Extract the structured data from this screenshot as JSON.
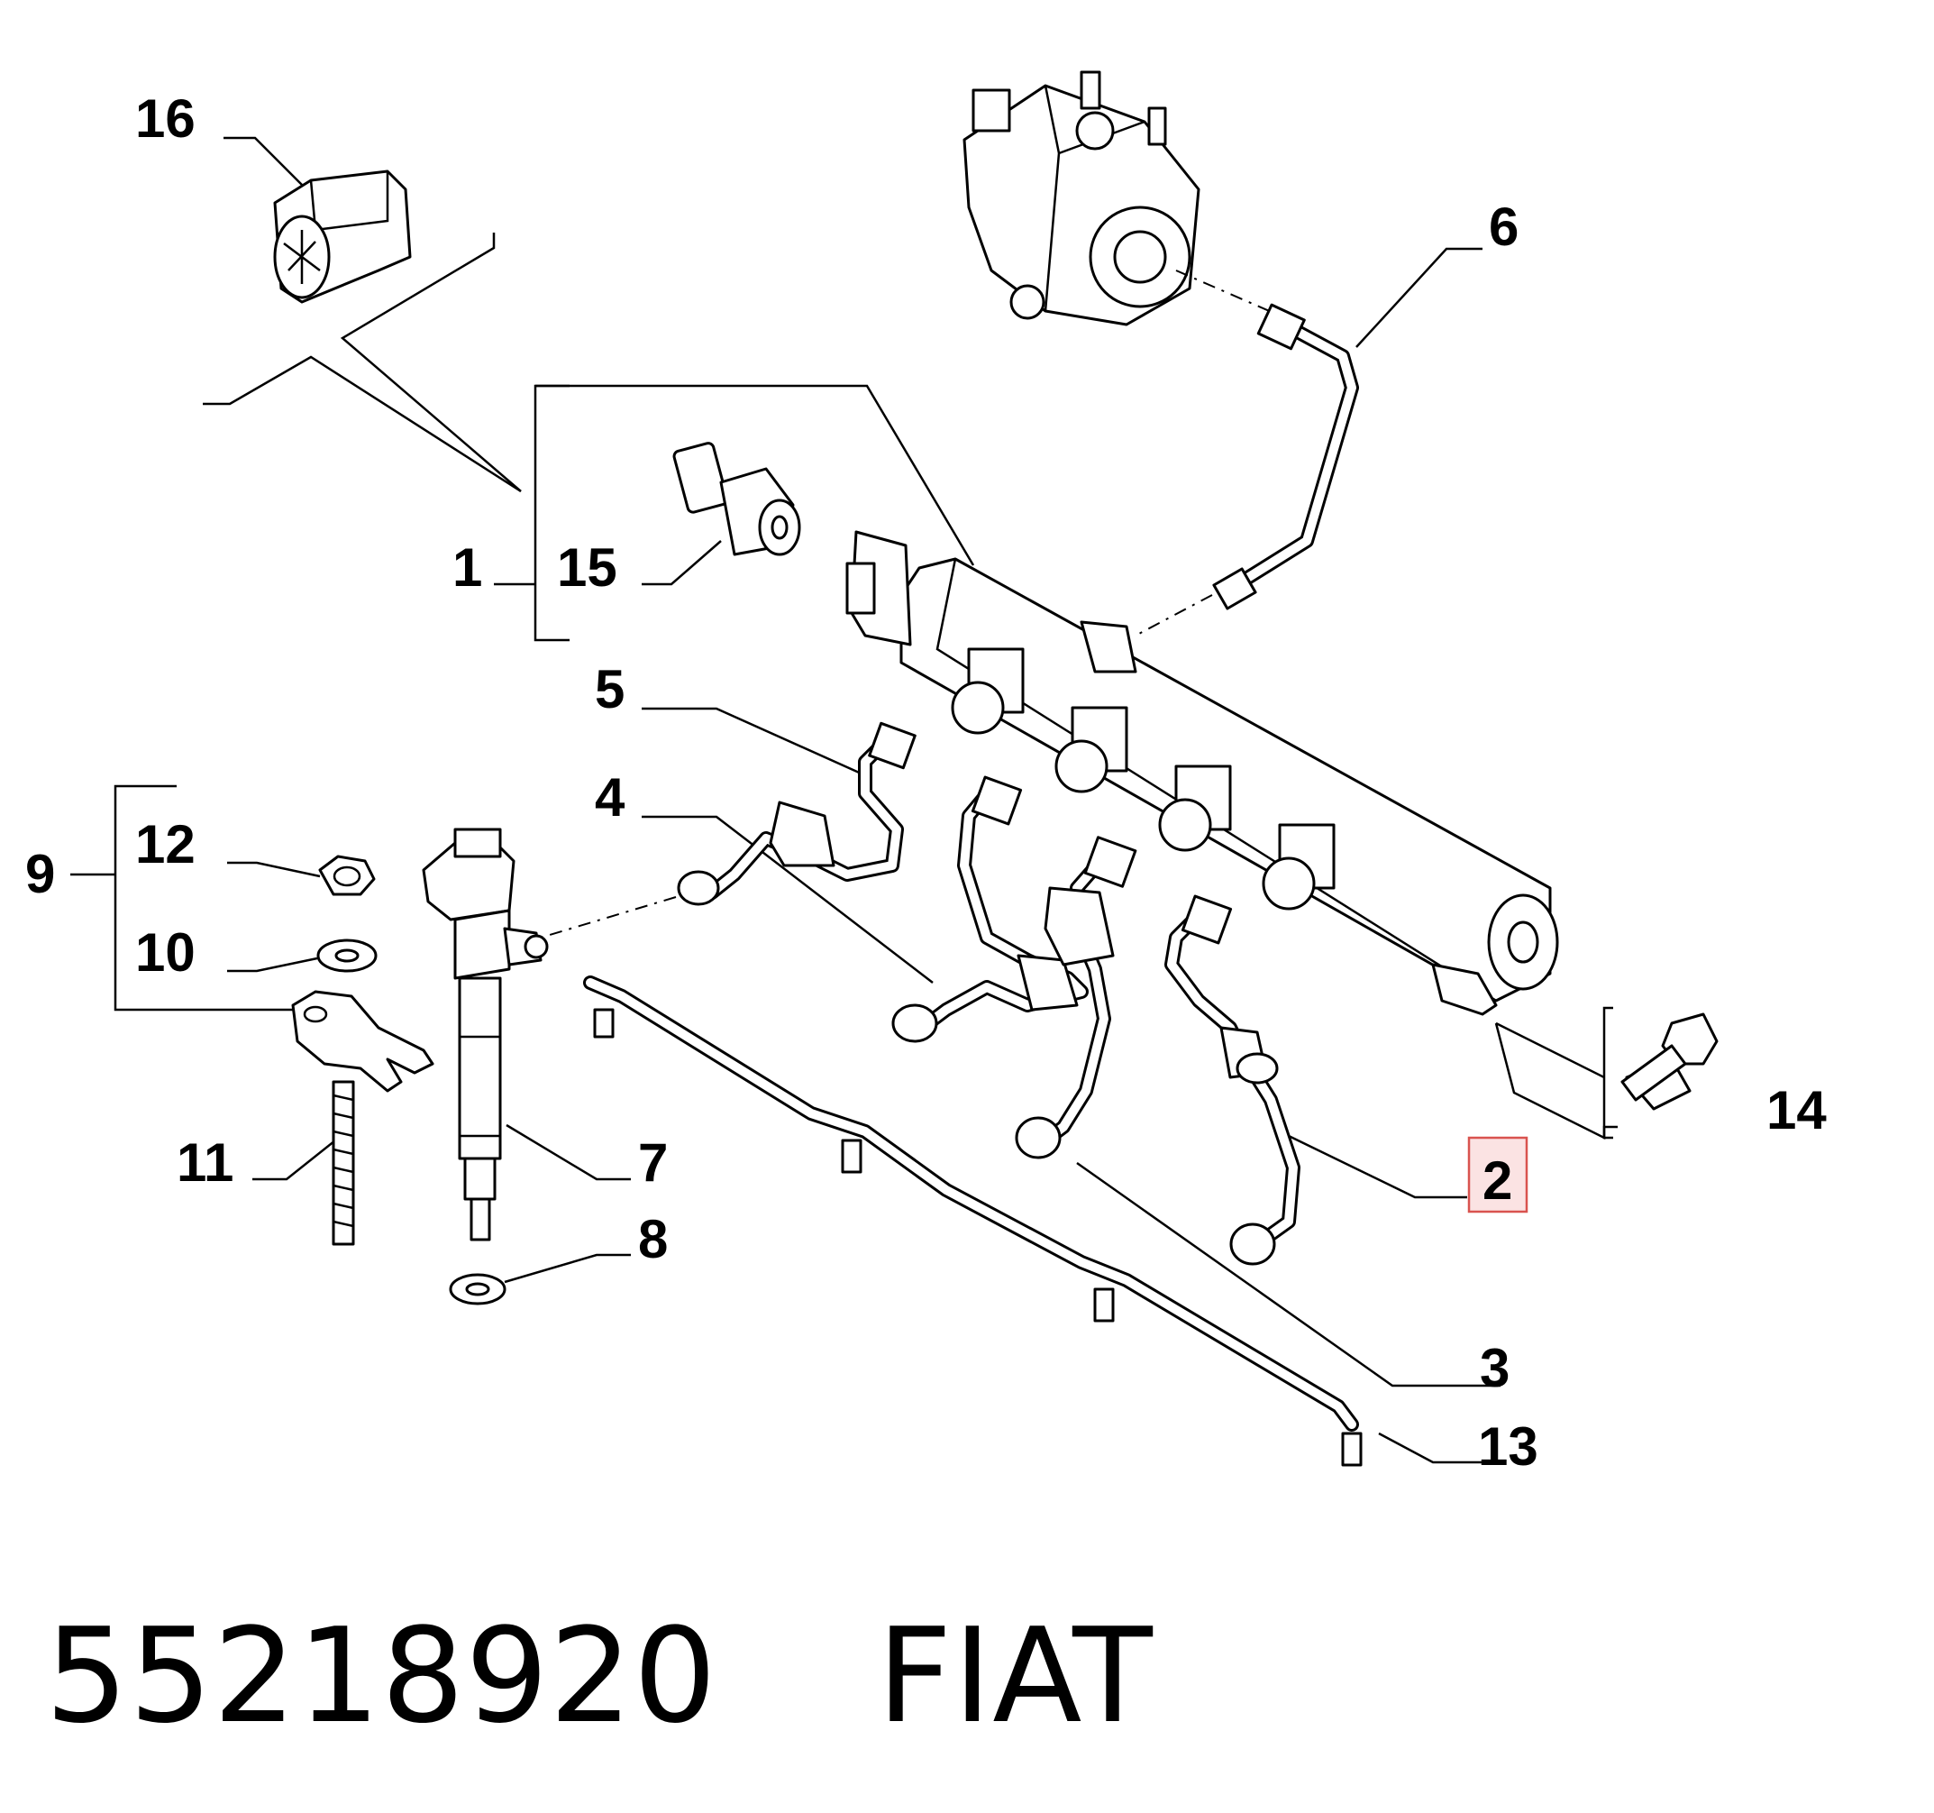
{
  "callouts": [
    {
      "id": "c16",
      "label": "16"
    },
    {
      "id": "c6",
      "label": "6"
    },
    {
      "id": "c1",
      "label": "1"
    },
    {
      "id": "c15",
      "label": "15"
    },
    {
      "id": "c5",
      "label": "5"
    },
    {
      "id": "c4",
      "label": "4"
    },
    {
      "id": "c9",
      "label": "9"
    },
    {
      "id": "c12",
      "label": "12"
    },
    {
      "id": "c10",
      "label": "10"
    },
    {
      "id": "c11",
      "label": "11"
    },
    {
      "id": "c7",
      "label": "7"
    },
    {
      "id": "c8",
      "label": "8"
    },
    {
      "id": "c2",
      "label": "2",
      "highlighted": true
    },
    {
      "id": "c14",
      "label": "14"
    },
    {
      "id": "c3",
      "label": "3"
    },
    {
      "id": "c13",
      "label": "13"
    }
  ],
  "highlight_color": "#d9534f",
  "caption": {
    "part_number": "55218920",
    "brand": "FIAT"
  }
}
